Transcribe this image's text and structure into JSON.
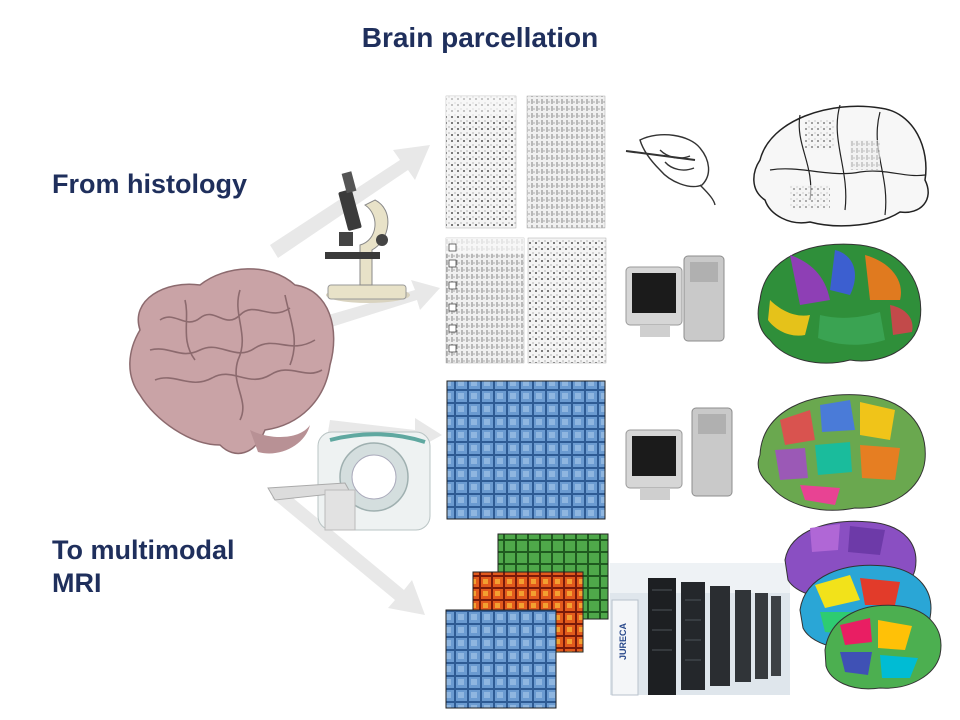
{
  "title": "Brain parcellation",
  "labels": {
    "histology": "From histology",
    "mri_line1": "To multimodal",
    "mri_line2": "MRI"
  },
  "icons": {
    "microscope": "microscope-icon",
    "mri_scanner": "mri-scanner-icon",
    "drawing_hand": "drawing-hand-icon",
    "computer": "computer-icon",
    "supercomputer": "supercomputer-icon"
  },
  "supercomputer_label": "JURECA",
  "colors": {
    "text": "#1f2f5c",
    "brain": "#c9a3a6",
    "arrow": "#e6e6e6",
    "heatmap_blue": "#3f6ea8",
    "heatmap_green": "#3a9a3a",
    "heatmap_red": "#d94a1a"
  }
}
